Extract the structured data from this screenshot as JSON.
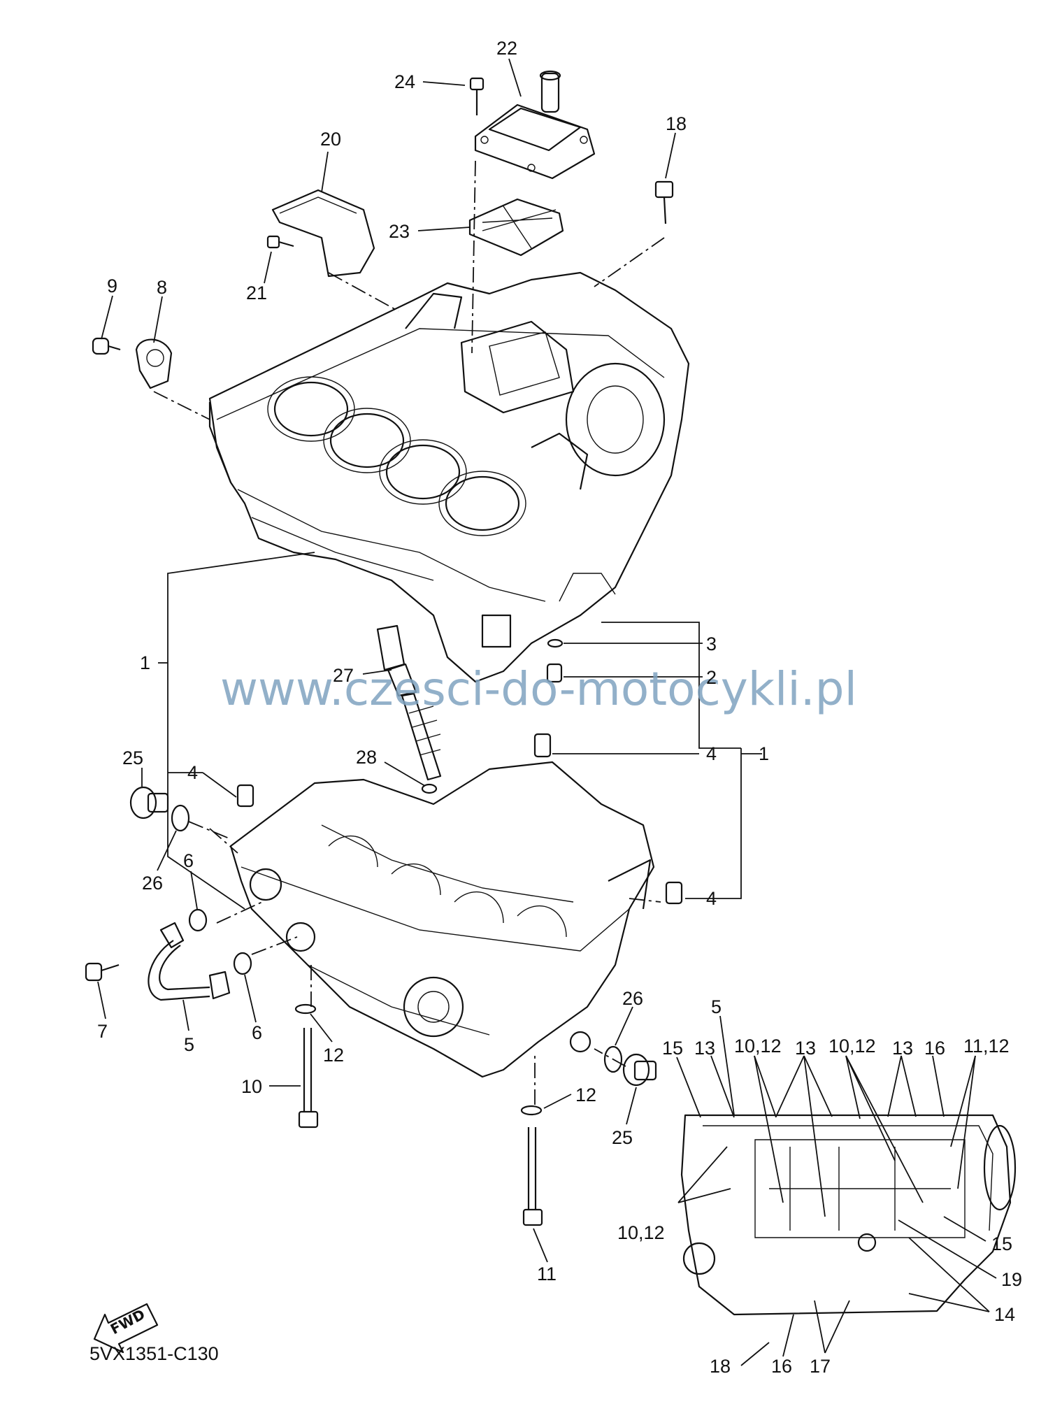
{
  "watermark": "www.czesci-do-motocykli.pl",
  "diagram_code": "5VX1351-C130",
  "fwd_label": "FWD",
  "callouts": [
    {
      "id": "c22",
      "text": "22"
    },
    {
      "id": "c24",
      "text": "24"
    },
    {
      "id": "c18a",
      "text": "18"
    },
    {
      "id": "c20",
      "text": "20"
    },
    {
      "id": "c23",
      "text": "23"
    },
    {
      "id": "c21",
      "text": "21"
    },
    {
      "id": "c9",
      "text": "9"
    },
    {
      "id": "c8",
      "text": "8"
    },
    {
      "id": "c3",
      "text": "3"
    },
    {
      "id": "c2",
      "text": "2"
    },
    {
      "id": "c1a",
      "text": "1"
    },
    {
      "id": "c27",
      "text": "27"
    },
    {
      "id": "c4a",
      "text": "4"
    },
    {
      "id": "c4b",
      "text": "4"
    },
    {
      "id": "c1b",
      "text": "1"
    },
    {
      "id": "c25a",
      "text": "25"
    },
    {
      "id": "c28",
      "text": "28"
    },
    {
      "id": "c26a",
      "text": "26"
    },
    {
      "id": "c6a",
      "text": "6"
    },
    {
      "id": "c4c",
      "text": "4"
    },
    {
      "id": "c7",
      "text": "7"
    },
    {
      "id": "c5a",
      "text": "5"
    },
    {
      "id": "c6b",
      "text": "6"
    },
    {
      "id": "c26b",
      "text": "26"
    },
    {
      "id": "c12a",
      "text": "12"
    },
    {
      "id": "c10a",
      "text": "10"
    },
    {
      "id": "c12b",
      "text": "12"
    },
    {
      "id": "c25b",
      "text": "25"
    },
    {
      "id": "c11a",
      "text": "11"
    },
    {
      "id": "c5b",
      "text": "5"
    },
    {
      "id": "c15a",
      "text": "15"
    },
    {
      "id": "c13a",
      "text": "13"
    },
    {
      "id": "c1012a",
      "text": "10,12"
    },
    {
      "id": "c13b",
      "text": "13"
    },
    {
      "id": "c1012b",
      "text": "10,12"
    },
    {
      "id": "c13c",
      "text": "13"
    },
    {
      "id": "c16a",
      "text": "16"
    },
    {
      "id": "c1112",
      "text": "11,12"
    },
    {
      "id": "c1012c",
      "text": "10,12"
    },
    {
      "id": "c15b",
      "text": "15"
    },
    {
      "id": "c19",
      "text": "19"
    },
    {
      "id": "c14",
      "text": "14"
    },
    {
      "id": "c18b",
      "text": "18"
    },
    {
      "id": "c16b",
      "text": "16"
    },
    {
      "id": "c17",
      "text": "17"
    }
  ]
}
